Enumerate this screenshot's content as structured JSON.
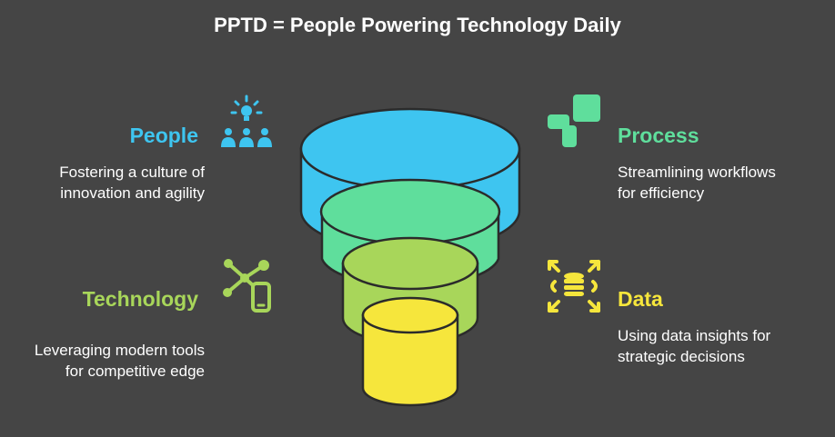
{
  "title": "PPTD = People Powering Technology Daily",
  "colors": {
    "background": "#454545",
    "people": "#3ec5f0",
    "process": "#5fde9c",
    "technology": "#a8d65a",
    "data": "#f6e63c"
  },
  "segments": [
    {
      "key": "people",
      "heading": "People",
      "lines": [
        "Fostering a culture of",
        "innovation and agility"
      ],
      "icon": "lightbulb-team-icon"
    },
    {
      "key": "process",
      "heading": "Process",
      "lines": [
        "Streamlining workflows",
        "for efficiency"
      ],
      "icon": "workflow-icon"
    },
    {
      "key": "technology",
      "heading": "Technology",
      "lines": [
        "Leveraging modern tools",
        "for competitive edge"
      ],
      "icon": "network-device-icon"
    },
    {
      "key": "data",
      "heading": "Data",
      "lines": [
        "Using data insights for",
        "strategic decisions"
      ],
      "icon": "database-expand-icon"
    }
  ]
}
